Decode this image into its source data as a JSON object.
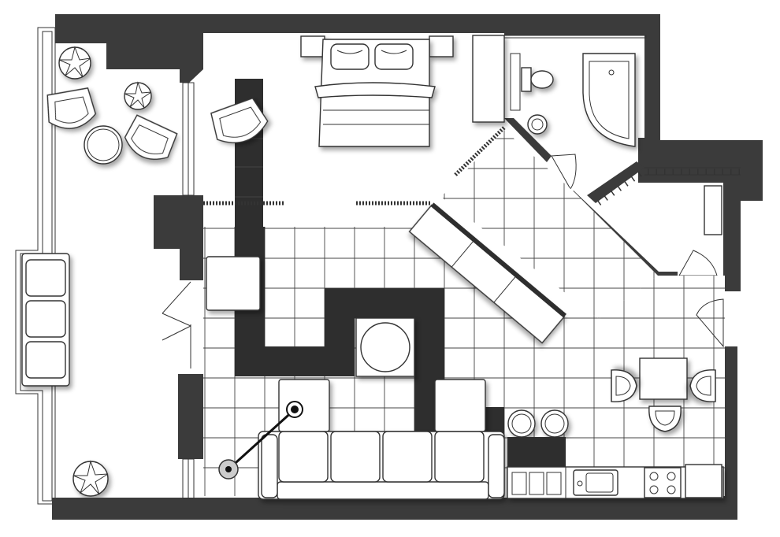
{
  "plan": {
    "colors": {
      "wall": "#3b3b3b",
      "tile_dark": "#2e2e2e",
      "line": "#333333",
      "background": "#ffffff"
    },
    "rooms": [
      "balcony",
      "bedroom",
      "living-room",
      "bathroom",
      "wardrobe",
      "kitchen"
    ],
    "icons": [
      "bed-icon",
      "sofa-icon",
      "armchair-icon",
      "plant-icon",
      "toilet-icon",
      "bathtub-icon",
      "sink-icon",
      "stove-icon",
      "table-icon",
      "chair-icon",
      "floor-lamp-icon"
    ]
  }
}
